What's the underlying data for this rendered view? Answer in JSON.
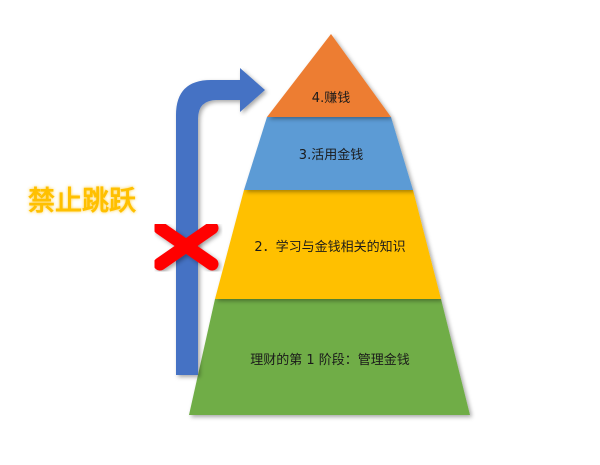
{
  "colors": {
    "tier4": "#ED7D31",
    "tier3": "#5B9BD5",
    "tier2": "#FFC000",
    "tier1": "#70AD47",
    "arrow": "#4472C4",
    "cross": "#FF0000",
    "warning": "#FFC000"
  },
  "pyramid": {
    "tier4": {
      "label": "4.赚钱"
    },
    "tier3": {
      "label": "3.活用金钱"
    },
    "tier2": {
      "label": "2．学习与金钱相关的知识"
    },
    "tier1": {
      "label": "理财的第 1 阶段：管理金钱"
    }
  },
  "warning": {
    "label": "禁止跳跃"
  }
}
